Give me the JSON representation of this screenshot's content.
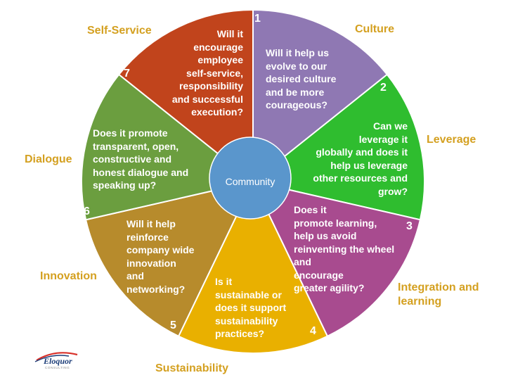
{
  "colors": {
    "culture": "#8f78b3",
    "leverage": "#2fbd2f",
    "integration": "#a84b8f",
    "sustainability": "#e9b000",
    "innovation": "#b78b2c",
    "dialogue": "#6b9e3f",
    "self_service": "#c1441c",
    "hub": "#5a96cc",
    "label_text": "#d4a020"
  },
  "hub": {
    "label": "Community"
  },
  "segments": [
    {
      "number": "1",
      "label": "Culture",
      "question": "Will it help us\nevolve to our\ndesired culture\nand be more\ncourageous?"
    },
    {
      "number": "2",
      "label": "Leverage",
      "question": "Can we\nleverage it\nglobally and does it\nhelp us leverage\nother resources and\ngrow?"
    },
    {
      "number": "3",
      "label": "Integration and\nlearning",
      "question": "Does it\npromote learning,\nhelp us avoid\nreinventing the wheel\nand\nencourage\ngreater agility?"
    },
    {
      "number": "4",
      "label": "Sustainability",
      "question": "Is it\nsustainable or\ndoes it support\nsustainability\npractices?"
    },
    {
      "number": "5",
      "label": "Innovation",
      "question": "Will it help\nreinforce\ncompany wide\ninnovation\nand\nnetworking?"
    },
    {
      "number": "6",
      "label": "Dialogue",
      "question": "Does it promote\ntransparent, open,\nconstructive and\nhonest dialogue and\nspeaking up?"
    },
    {
      "number": "7",
      "label": "Self-Service",
      "question": "Will it\nencourage\nemployee\nself-service,\nresponsibility\nand successful\nexecution?"
    }
  ],
  "logo": {
    "name": "Eloquor",
    "tagline": "CONSULTING"
  }
}
